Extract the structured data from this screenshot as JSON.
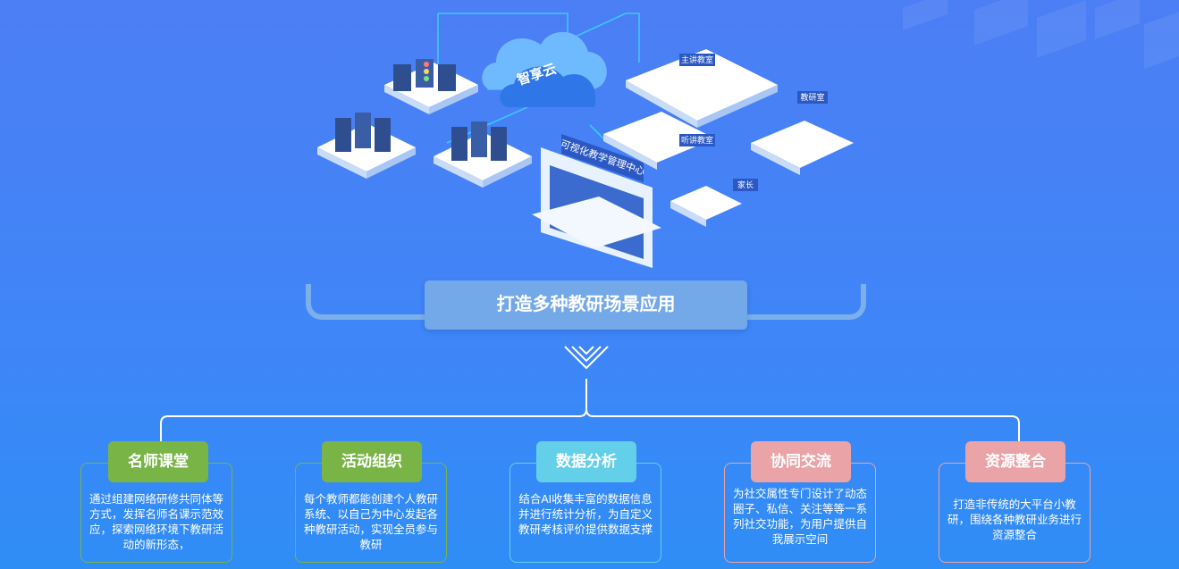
{
  "illustration": {
    "cloud_label": "智享云",
    "center_label": "可视化教学管理中心",
    "room_labels": [
      "主讲教室",
      "教研室",
      "听讲教室",
      "家长"
    ]
  },
  "banner": {
    "title": "打造多种教研场景应用"
  },
  "colors": {
    "green": "#79b447",
    "teal": "#64cfe8",
    "pink": "#eaa3a6"
  },
  "cards": [
    {
      "title": "名师课堂",
      "text": "通过组建网络研修共同体等方式，发挥名师名课示范效应，探索网络环境下教研活动的新形态，",
      "color": "green"
    },
    {
      "title": "活动组织",
      "text": "每个教师都能创建个人教研系统、以自己为中心发起各种教研活动，实现全员参与教研",
      "color": "green"
    },
    {
      "title": "数据分析",
      "text": "结合AI收集丰富的数据信息并进行统计分析，为自定义教研考核评价提供数据支撑",
      "color": "teal"
    },
    {
      "title": "协同交流",
      "text": "为社交属性专门设计了动态圈子、私信、关注等等一系列社交功能，为用户提供自我展示空间",
      "color": "pink"
    },
    {
      "title": "资源整合",
      "text": "打造非传统的大平台小教研，围绕各种教研业务进行资源整合",
      "color": "pink"
    }
  ]
}
